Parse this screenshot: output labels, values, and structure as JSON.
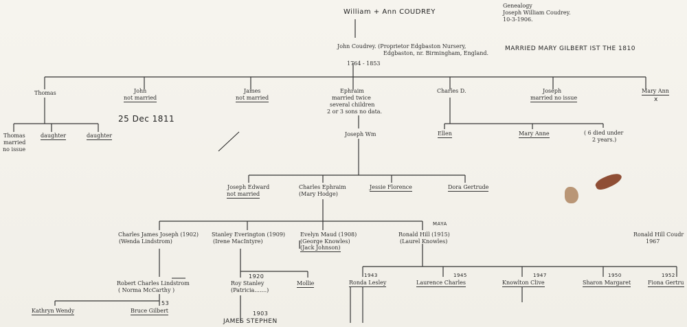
{
  "header": {
    "title": "Genealogy",
    "name": "Joseph William Coudrey.",
    "date": "10-3-1906."
  },
  "handwritten": {
    "top_parents": "William + Ann COUDREY",
    "marriage_note": "MARRIED MARY GILBERT IST THE 1810",
    "john_date": "25 Dec 1811",
    "mary_ann_mark": "x",
    "born_1920": "1920",
    "born_1943": "1943",
    "born_1945": "1945",
    "born_1947": "1947",
    "born_1950": "1950",
    "born_1952": "1952",
    "born_1903": "1903",
    "james_stephen": "JAMES STEPHEN",
    "mark_53": "53",
    "hill_note": "MAYA"
  },
  "gen1": {
    "name": "John Coudrey. (Proprietor Edgbaston Nursery,",
    "addr": "Edgbaston, nr. Birmingham, England.",
    "years": "1764 - 1853"
  },
  "gen2": {
    "thomas": "Thomas",
    "john_name": "John",
    "john_note": "not married",
    "james_name": "James",
    "james_note": "not married",
    "ephraim_name": "Ephraim",
    "ephraim_l1": "married twice",
    "ephraim_l2": "several children",
    "ephraim_l3": "2 or 3 sons no data.",
    "charles": "Charles D.",
    "joseph_name": "Joseph",
    "joseph_note": "married no issue",
    "mary_ann": "Mary Ann"
  },
  "gen3": {
    "thomas_jr": "Thomas",
    "thomas_jr_l2": "married",
    "thomas_jr_l3": "no issue",
    "daughter1": "daughter",
    "daughter2": "daughter",
    "joseph_wm": "Joseph Wm",
    "ellen": "Ellen",
    "mary_anne": "Mary Anne",
    "six_died_l1": "( 6 died under",
    "six_died_l2": "2 years.)"
  },
  "gen4": {
    "joseph_edward": "Joseph Edward",
    "joseph_edward_note": "not married",
    "charles_ephraim": "Charles Ephraim",
    "charles_ephraim_spouse": "(Mary Hodge)",
    "jessie": "Jessie Florence",
    "dora": "Dora Gertrude"
  },
  "gen5": {
    "cjj": "Charles James Joseph (1902)",
    "cjj_spouse": "(Wenda Lindstrom)",
    "stanley": "Stanley Everington (1909)",
    "stanley_spouse": "(Irene MacIntyre)",
    "evelyn": "Evelyn Maud (1908)",
    "evelyn_spouse1": "(George Knowles)",
    "evelyn_spouse2": "(Jack Johnson)",
    "ronald": "Ronald Hill (1915)",
    "ronald_spouse": "(Laurel Knowles)",
    "ronald_right": "Ronald Hill Coudr",
    "ronald_right_year": "1967"
  },
  "gen6": {
    "robert": "Robert Charles Lindstrom",
    "robert_spouse": "( Norma McCarthy )",
    "roy": "Roy Stanley",
    "roy_spouse": "(Patricia.......)",
    "mollie": "Mollie",
    "ronda": "Ronda Lesley",
    "laurence": "Laurence Charles",
    "knowlton": "Knowlton Clive",
    "sharon": "Sharon Margaret",
    "fiona": "Fiona Gertru"
  },
  "gen7": {
    "kathryn": "Kathryn Wendy",
    "bruce": "Bruce Gilbert"
  }
}
